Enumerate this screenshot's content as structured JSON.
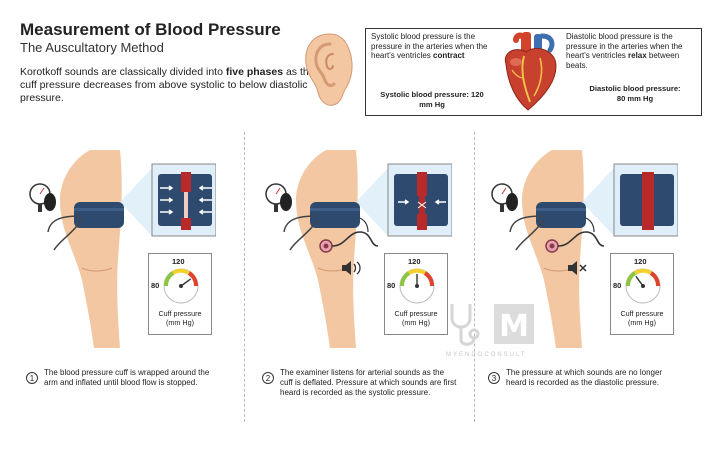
{
  "header": {
    "title": "Measurement of Blood Pressure",
    "subtitle": "The Auscultatory Method",
    "intro_pre": "Korotkoff sounds are classically divided into ",
    "intro_bold": "five phases",
    "intro_post": " as the cuff pressure decreases from above systolic to below diastolic pressure."
  },
  "infobox": {
    "systolic_desc_pre": "Systolic blood pressure is the pressure in the arteries when the heart's ventricles ",
    "systolic_desc_bold": "contract",
    "systolic_label": "Systolic blood pressure: 120 mm Hg",
    "diastolic_desc_pre": "Diastolic blood pressure is the pressure in the arteries when the heart's ventricles ",
    "diastolic_desc_bold": "relax",
    "diastolic_desc_post": " between beats.",
    "diastolic_label": "Diastolic blood pressure: 80 mm Hg"
  },
  "gauge": {
    "top_label": "120",
    "left_label": "80",
    "caption_line1": "Cuff pressure",
    "caption_line2": "(mm Hg)"
  },
  "steps": [
    {
      "number": "1",
      "caption": "The blood pressure cuff is wrapped around the arm and inflated until blood flow is stopped.",
      "needle": 0.8,
      "sound": "none"
    },
    {
      "number": "2",
      "caption": "The examiner listens for arterial sounds as the cuff is deflated. Pressure at which sounds are first heard is recorded as the systolic pressure.",
      "needle": 0.5,
      "sound": "on"
    },
    {
      "number": "3",
      "caption": "The pressure at which sounds are no longer heard is recorded as the diastolic pressure.",
      "needle": 0.3,
      "sound": "muted"
    }
  ],
  "watermark": {
    "letter": "M",
    "text": "MYENDOCONSULT"
  },
  "colors": {
    "cuff": "#2e4a6e",
    "skin": "#f3c7a2",
    "artery": "#b82a2a",
    "heart": "#c8402e",
    "gauge_green": "#8cc63f",
    "gauge_yellow": "#f2d02f",
    "gauge_red": "#e0432b"
  },
  "icons": [
    "ear-icon",
    "heart-icon",
    "sphygmomanometer-icon",
    "stethoscope-icon",
    "speaker-icon",
    "speaker-muted-icon",
    "stethoscope-watermark-icon"
  ]
}
